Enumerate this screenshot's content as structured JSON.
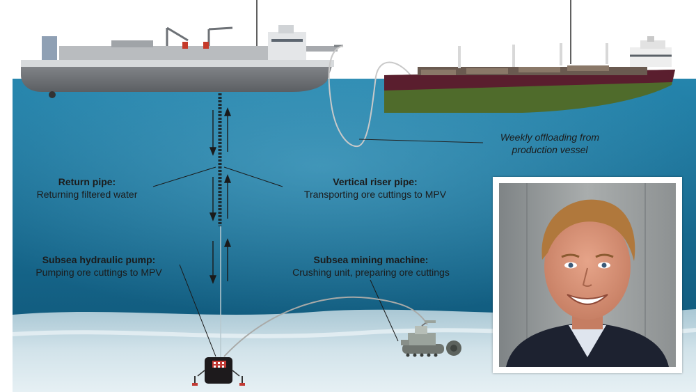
{
  "labels": {
    "offloading": {
      "line1": "Weekly offloading from",
      "line2": "production vessel"
    },
    "return_pipe": {
      "title": "Return pipe:",
      "desc": "Returning filtered water"
    },
    "riser_pipe": {
      "title": "Vertical riser pipe:",
      "desc": "Transporting ore cuttings to MPV"
    },
    "hydraulic_pump": {
      "title": "Subsea hydraulic pump:",
      "desc": "Pumping ore cuttings to MPV"
    },
    "mining_machine": {
      "title": "Subsea mining machine:",
      "desc": "Crushing unit, preparing ore cuttings"
    }
  },
  "colors": {
    "sky": "#ffffff",
    "water_surface": "#1f7fa8",
    "water_deep": "#0e5a7a",
    "seabed": "#c9dde6",
    "ship_hull": "#6f7377",
    "bulk_hull_top": "#5a1e2e",
    "bulk_hull_bottom": "#4c6a2c"
  }
}
